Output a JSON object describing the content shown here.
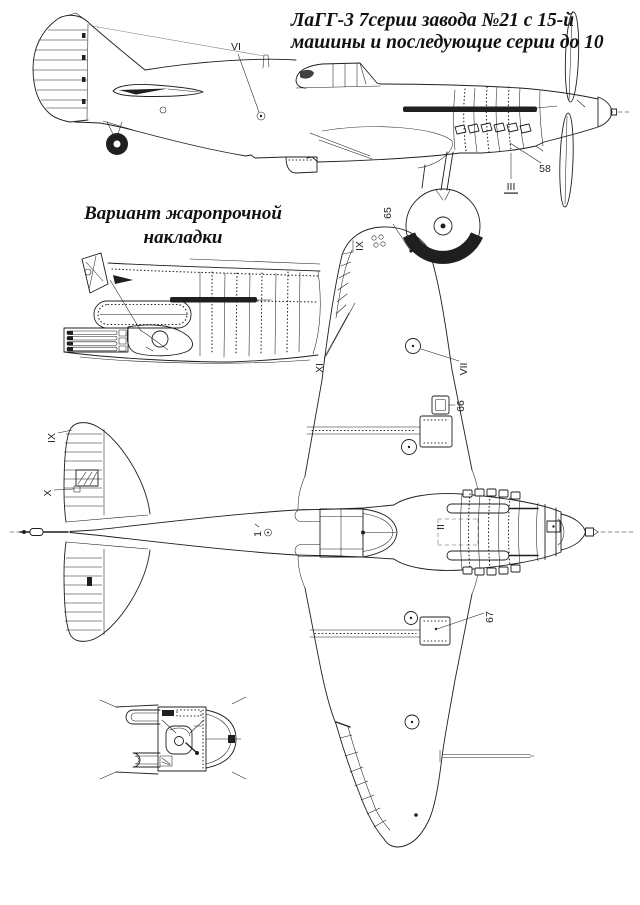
{
  "title": {
    "line1": "ЛаГГ-3  7серии завода №21  с 15-й",
    "line2": "машины и последующие серии до 10"
  },
  "variant_caption": {
    "line1": "Вариант жаропрочной",
    "line2": "накладки"
  },
  "callouts": {
    "side_view": {
      "vi": "VI",
      "n58": "58",
      "iii": "III",
      "n65": "65"
    },
    "plan_top_wing": {
      "ix": "IX",
      "xi": "XI",
      "vii": "VII",
      "n66": "66"
    },
    "plan_bottom_wing": {
      "n67": "67"
    },
    "plan_nose": {
      "ii": "II"
    },
    "plan_cockpit": {
      "n1": "1"
    },
    "plan_tail": {
      "ix": "IX",
      "x": "X"
    }
  },
  "colors": {
    "ink": "#1f1f1f",
    "paper": "#ffffff"
  }
}
